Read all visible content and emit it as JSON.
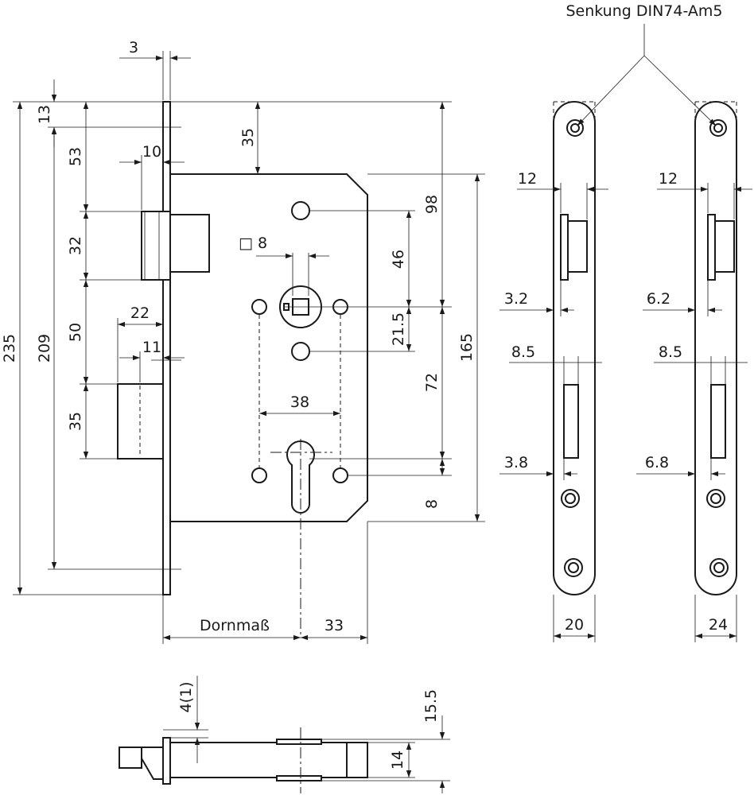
{
  "labels": {
    "countersink_note": "Senkung DIN74-Am5",
    "backset_label": "Dornmaß"
  },
  "dimensions": {
    "faceplate_thickness": "3",
    "faceplate_height": "235",
    "faceplate_screw_spacing": "209",
    "top_to_screw": "13",
    "top_to_latch": "53",
    "latch_height": "32",
    "latch_to_bolt": "50",
    "bolt_height": "35",
    "latch_projection": "10",
    "bolt_projection": "22",
    "bolt_inner": "11",
    "case_top_offset": "35",
    "spindle_square": "□ 8",
    "spindle_to_hole": "46",
    "spindle_to_top": "98",
    "spindle_to_hole_below": "21.5",
    "spindle_to_cylinder": "72",
    "case_height": "165",
    "cylinder_to_bottom": "8",
    "fixing_hole_spacing": "38",
    "case_depth": "33",
    "strike_a_latch_depth": "12",
    "strike_a_offset_latch": "3.2",
    "strike_a_bolt_width": "8.5",
    "strike_a_offset_bolt": "3.8",
    "strike_a_width": "20",
    "strike_b_latch_depth": "12",
    "strike_b_offset_latch": "6.2",
    "strike_b_bolt_width": "8.5",
    "strike_b_offset_bolt": "6.8",
    "strike_b_width": "24",
    "section_faceplate": "4(1)",
    "section_total": "15.5",
    "section_case": "14"
  }
}
